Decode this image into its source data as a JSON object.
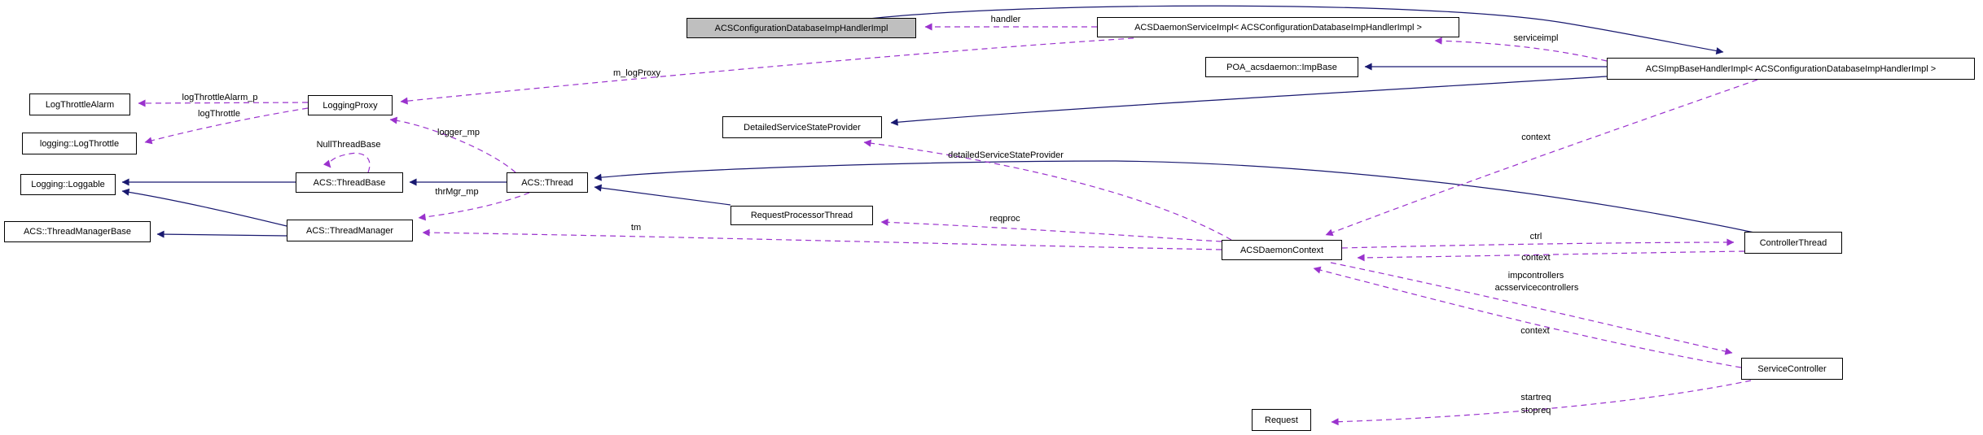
{
  "diagram": {
    "type": "uml-collaboration-graph",
    "colors": {
      "inheritance_edge": "#191970",
      "usage_edge": "#9a32cd",
      "node_fill": "#ffffff",
      "node_border": "#000000",
      "highlighted_node_fill": "#bfbfbf",
      "background": "#ffffff"
    },
    "nodes": [
      {
        "id": "n0",
        "label": "ACSConfigurationDatabaseImpHandlerImpl",
        "highlighted": true
      },
      {
        "id": "n1",
        "label": "ACSDaemonServiceImpl< ACSConfigurationDatabaseImpHandlerImpl >",
        "highlighted": false
      },
      {
        "id": "n2",
        "label": "POA_acsdaemon::ImpBase",
        "highlighted": false
      },
      {
        "id": "n3",
        "label": "ACSImpBaseHandlerImpl< ACSConfigurationDatabaseImpHandlerImpl >",
        "highlighted": false
      },
      {
        "id": "n4",
        "label": "LogThrottleAlarm",
        "highlighted": false
      },
      {
        "id": "n5",
        "label": "LoggingProxy",
        "highlighted": false
      },
      {
        "id": "n6",
        "label": "logging::LogThrottle",
        "highlighted": false
      },
      {
        "id": "n7",
        "label": "DetailedServiceStateProvider",
        "highlighted": false
      },
      {
        "id": "n8",
        "label": "Logging::Loggable",
        "highlighted": false
      },
      {
        "id": "n9",
        "label": "ACS::ThreadBase",
        "highlighted": false
      },
      {
        "id": "n10",
        "label": "ACS::Thread",
        "highlighted": false
      },
      {
        "id": "n11",
        "label": "ACS::ThreadManagerBase",
        "highlighted": false
      },
      {
        "id": "n12",
        "label": "ACS::ThreadManager",
        "highlighted": false
      },
      {
        "id": "n13",
        "label": "RequestProcessorThread",
        "highlighted": false
      },
      {
        "id": "n14",
        "label": "ACSDaemonContext",
        "highlighted": false
      },
      {
        "id": "n15",
        "label": "ControllerThread",
        "highlighted": false
      },
      {
        "id": "n16",
        "label": "ServiceController",
        "highlighted": false
      },
      {
        "id": "n17",
        "label": "Request",
        "highlighted": false
      }
    ],
    "edge_labels": [
      {
        "id": "l0",
        "text": "handler"
      },
      {
        "id": "l1",
        "text": "serviceimpl"
      },
      {
        "id": "l2",
        "text": "m_logProxy"
      },
      {
        "id": "l3",
        "text": "logThrottleAlarm_p"
      },
      {
        "id": "l4",
        "text": "logThrottle"
      },
      {
        "id": "l5",
        "text": "logger_mp"
      },
      {
        "id": "l6",
        "text": "NullThreadBase"
      },
      {
        "id": "l7",
        "text": "thrMgr_mp"
      },
      {
        "id": "l8",
        "text": "tm"
      },
      {
        "id": "l9",
        "text": "reqproc"
      },
      {
        "id": "l10",
        "text": "detailedServiceStateProvider"
      },
      {
        "id": "l11",
        "text": "context"
      },
      {
        "id": "l12",
        "text": "ctrl"
      },
      {
        "id": "l13",
        "text": "context"
      },
      {
        "id": "l14",
        "text": "impcontrollers"
      },
      {
        "id": "l15",
        "text": "acsservicecontrollers"
      },
      {
        "id": "l16",
        "text": "context"
      },
      {
        "id": "l17",
        "text": "startreq"
      },
      {
        "id": "l18",
        "text": "stopreq"
      }
    ],
    "edges": [
      {
        "from": "n0",
        "to": "n3",
        "type": "inheritance"
      },
      {
        "from": "n3",
        "to": "n2",
        "type": "inheritance"
      },
      {
        "from": "n3",
        "to": "n7",
        "type": "inheritance"
      },
      {
        "from": "n15",
        "to": "n10",
        "type": "inheritance"
      },
      {
        "from": "n13",
        "to": "n10",
        "type": "inheritance"
      },
      {
        "from": "n9",
        "to": "n8",
        "type": "inheritance"
      },
      {
        "from": "n12",
        "to": "n8",
        "type": "inheritance"
      },
      {
        "from": "n12",
        "to": "n11",
        "type": "inheritance"
      },
      {
        "from": "n10",
        "to": "n9",
        "type": "inheritance"
      },
      {
        "from": "n1",
        "to": "n0",
        "type": "usage",
        "label": "handler"
      },
      {
        "from": "n3",
        "to": "n1",
        "type": "usage",
        "label": "serviceimpl"
      },
      {
        "from": "n1",
        "to": "n5",
        "type": "usage",
        "label": "m_logProxy"
      },
      {
        "from": "n5",
        "to": "n4",
        "type": "usage",
        "label": "logThrottleAlarm_p"
      },
      {
        "from": "n5",
        "to": "n6",
        "type": "usage",
        "label": "logThrottle"
      },
      {
        "from": "n10",
        "to": "n5",
        "type": "usage",
        "label": "logger_mp"
      },
      {
        "from": "n9",
        "to": "n9",
        "type": "usage",
        "label": "NullThreadBase"
      },
      {
        "from": "n10",
        "to": "n12",
        "type": "usage",
        "label": "thrMgr_mp"
      },
      {
        "from": "n14",
        "to": "n12",
        "type": "usage",
        "label": "tm"
      },
      {
        "from": "n14",
        "to": "n13",
        "type": "usage",
        "label": "reqproc"
      },
      {
        "from": "n14",
        "to": "n7",
        "type": "usage",
        "label": "detailedServiceStateProvider"
      },
      {
        "from": "n3",
        "to": "n14",
        "type": "usage",
        "label": "context"
      },
      {
        "from": "n14",
        "to": "n15",
        "type": "usage",
        "label": "ctrl"
      },
      {
        "from": "n15",
        "to": "n14",
        "type": "usage",
        "label": "context"
      },
      {
        "from": "n14",
        "to": "n16",
        "type": "usage",
        "label": "impcontrollers acsservicecontrollers"
      },
      {
        "from": "n16",
        "to": "n14",
        "type": "usage",
        "label": "context"
      },
      {
        "from": "n16",
        "to": "n17",
        "type": "usage",
        "label": "startreq stopreq"
      }
    ]
  }
}
